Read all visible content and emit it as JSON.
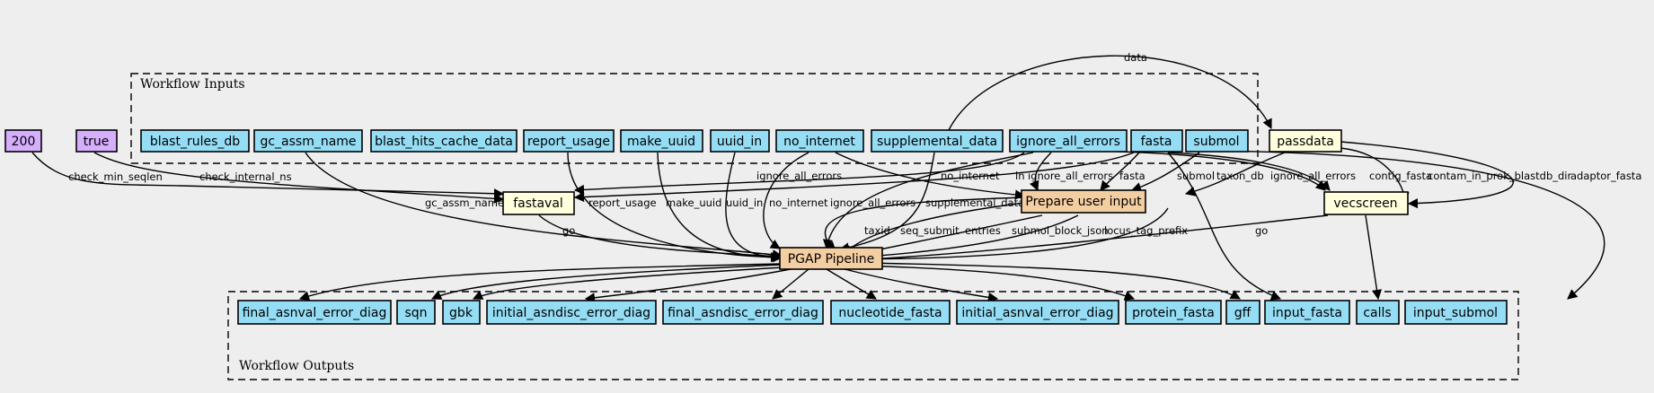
{
  "clusters": {
    "inputs_label": "Workflow Inputs",
    "outputs_label": "Workflow Outputs"
  },
  "colors": {
    "background": "#eeeeee",
    "io_node": "#94ddf4",
    "default_node": "#d5aefc",
    "step_node": "#ffffdd",
    "workflow_node": "#f3cea1"
  },
  "nodes": {
    "default_200": "200",
    "default_true": "true",
    "blast_rules_db": "blast_rules_db",
    "gc_assm_name": "gc_assm_name",
    "blast_hits_cache_data": "blast_hits_cache_data",
    "report_usage": "report_usage",
    "make_uuid": "make_uuid",
    "uuid_in": "uuid_in",
    "no_internet": "no_internet",
    "supplemental_data": "supplemental_data",
    "ignore_all_errors": "ignore_all_errors",
    "fasta": "fasta",
    "submol": "submol",
    "passdata": "passdata",
    "fastaval": "fastaval",
    "prepare_user_input": "Prepare user input",
    "vecscreen": "vecscreen",
    "pgap_pipeline": "PGAP Pipeline",
    "out_final_asnval_error_diag": "final_asnval_error_diag",
    "out_sqn": "sqn",
    "out_gbk": "gbk",
    "out_initial_asndisc_error_diag": "initial_asndisc_error_diag",
    "out_final_asndisc_error_diag": "final_asndisc_error_diag",
    "out_nucleotide_fasta": "nucleotide_fasta",
    "out_initial_asnval_error_diag": "initial_asnval_error_diag",
    "out_protein_fasta": "protein_fasta",
    "out_gff": "gff",
    "out_input_fasta": "input_fasta",
    "out_calls": "calls",
    "out_input_submol": "input_submol"
  },
  "edge_labels": {
    "data": "data",
    "check_min_seqlen": "check_min_seqlen",
    "check_internal_ns": "check_internal_ns",
    "ignore_all_errors_fastaval": "ignore_all_errors",
    "no_internet_prep": "no_internet",
    "in": "in",
    "ignore_all_errors_prep": "ignore_all_errors",
    "fasta_prep": "fasta",
    "submol_prep": "submol",
    "taxon_db": "taxon_db",
    "ignore_all_errors_vec": "ignore_all_errors",
    "contig_fasta": "contig_fasta",
    "contam_in_prok_blastdb_dir": "contam_in_prok_blastdb_dir",
    "adaptor_fasta": "adaptor_fasta",
    "gc_assm_name": "gc_assm_name",
    "go_fastaval": "go",
    "report_usage": "report_usage",
    "make_uuid": "make_uuid",
    "uuid_in": "uuid_in",
    "no_internet_pgap": "no_internet",
    "ignore_all_errors_pgap": "ignore_all_errors",
    "supplemental_data": "supplemental_data",
    "taxid": "taxid",
    "seq_submit": "seq_submit",
    "entries": "entries",
    "submol_block_json": "submol_block_json",
    "locus_tag_prefix": "locus_tag_prefix",
    "go_vecscreen": "go"
  }
}
